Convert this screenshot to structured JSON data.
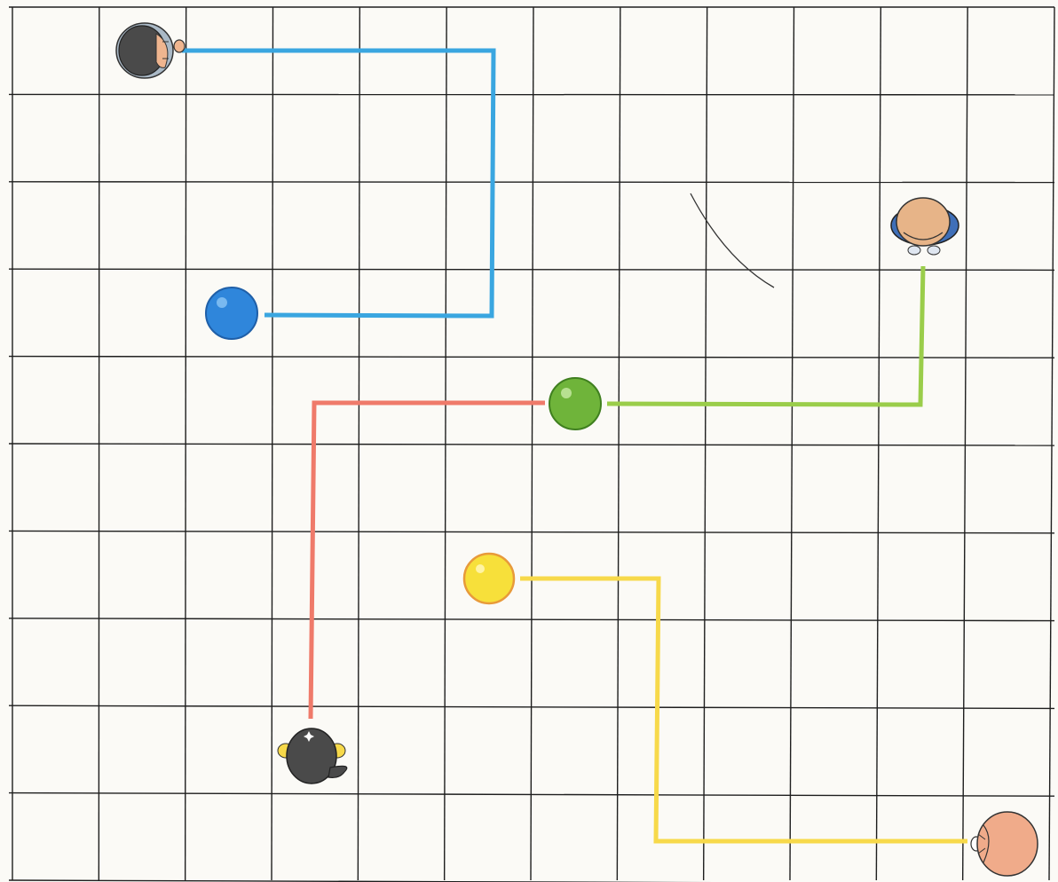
{
  "grid": {
    "cols": 12,
    "rows": 10,
    "line_color": "#1e1e1e",
    "paper_color": "#fbfaf6"
  },
  "colors": {
    "blue_path": "#3aa6e0",
    "red_path": "#ef7a6a",
    "green_path": "#9acd4a",
    "yellow_path": "#f7d94a",
    "blue_ball": "#2f86db",
    "green_ball": "#6fb43a",
    "yellow_ball": "#f7e03a",
    "skin": "#efb58f",
    "dark_hair": "#4a4a4a"
  },
  "pieces": [
    {
      "name": "dark-haired-child-top-left",
      "kind": "child",
      "hair": "dark",
      "skin": "light"
    },
    {
      "name": "balding-man-right",
      "kind": "child",
      "hair": "bald",
      "skin": "tan"
    },
    {
      "name": "cat-bottom-left",
      "kind": "cat",
      "hair": "dark"
    },
    {
      "name": "ginger-child-bottom-right",
      "kind": "child",
      "hair": "ginger",
      "skin": "peach"
    },
    {
      "name": "blue-ball",
      "kind": "ball",
      "color": "blue"
    },
    {
      "name": "green-ball",
      "kind": "ball",
      "color": "green"
    },
    {
      "name": "yellow-ball",
      "kind": "ball",
      "color": "yellow"
    }
  ],
  "paths": [
    {
      "name": "blue-path",
      "color": "blue",
      "connects": [
        "dark-haired-child-top-left",
        "blue-ball"
      ]
    },
    {
      "name": "red-path",
      "color": "red",
      "connects": [
        "cat-bottom-left",
        "green-ball"
      ]
    },
    {
      "name": "green-path",
      "color": "green",
      "connects": [
        "balding-man-right",
        "green-ball"
      ]
    },
    {
      "name": "yellow-path",
      "color": "yellow",
      "connects": [
        "ginger-child-bottom-right",
        "yellow-ball"
      ]
    }
  ]
}
